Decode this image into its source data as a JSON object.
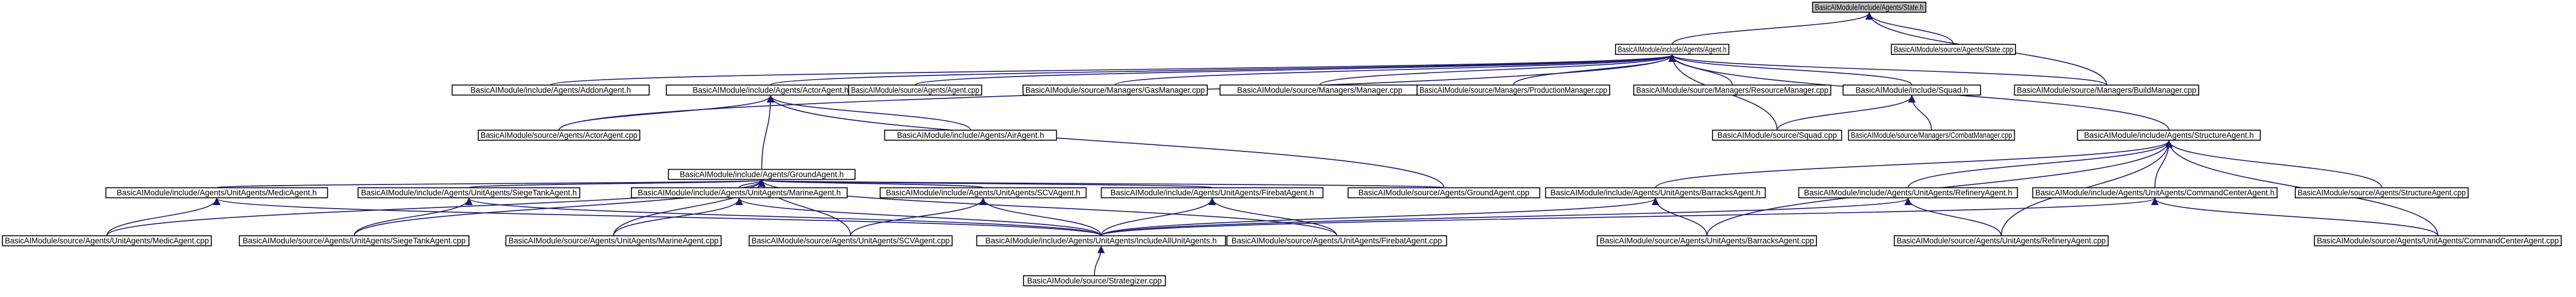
{
  "graph": {
    "nodes": [
      {
        "id": "state_h",
        "label": "BasicAIModule/include/Agents/State.h",
        "root": true
      },
      {
        "id": "agent_h",
        "label": "BasicAIModule/include/Agents/Agent.h"
      },
      {
        "id": "state_cpp",
        "label": "BasicAIModule/source/Agents/State.cpp"
      },
      {
        "id": "addon_h",
        "label": "BasicAIModule/include/Agents/AddonAgent.h"
      },
      {
        "id": "actor_h",
        "label": "BasicAIModule/include/Agents/ActorAgent.h"
      },
      {
        "id": "agent_cpp",
        "label": "BasicAIModule/source/Agents/Agent.cpp"
      },
      {
        "id": "gasmgr_cpp",
        "label": "BasicAIModule/source/Managers/GasManager.cpp"
      },
      {
        "id": "mgr_cpp",
        "label": "BasicAIModule/source/Managers/Manager.cpp"
      },
      {
        "id": "prodmgr_cpp",
        "label": "BasicAIModule/source/Managers/ProductionManager.cpp"
      },
      {
        "id": "resmgr_cpp",
        "label": "BasicAIModule/source/Managers/ResourceManager.cpp"
      },
      {
        "id": "squad_h",
        "label": "BasicAIModule/include/Squad.h"
      },
      {
        "id": "buildmgr_cpp",
        "label": "BasicAIModule/source/Managers/BuildManager.cpp"
      },
      {
        "id": "actor_cpp",
        "label": "BasicAIModule/source/Agents/ActorAgent.cpp"
      },
      {
        "id": "air_h",
        "label": "BasicAIModule/include/Agents/AirAgent.h"
      },
      {
        "id": "squad_cpp",
        "label": "BasicAIModule/source/Squad.cpp"
      },
      {
        "id": "combat_cpp",
        "label": "BasicAIModule/source/Managers/CombatManager.cpp"
      },
      {
        "id": "structure_h",
        "label": "BasicAIModule/include/Agents/StructureAgent.h"
      },
      {
        "id": "ground_h",
        "label": "BasicAIModule/include/Agents/GroundAgent.h"
      },
      {
        "id": "medic_h",
        "label": "BasicAIModule/include/Agents/UnitAgents/MedicAgent.h"
      },
      {
        "id": "siege_h",
        "label": "BasicAIModule/include/Agents/UnitAgents/SiegeTankAgent.h"
      },
      {
        "id": "marine_h",
        "label": "BasicAIModule/include/Agents/UnitAgents/MarineAgent.h"
      },
      {
        "id": "scv_h",
        "label": "BasicAIModule/include/Agents/UnitAgents/SCVAgent.h"
      },
      {
        "id": "firebat_h",
        "label": "BasicAIModule/include/Agents/UnitAgents/FirebatAgent.h"
      },
      {
        "id": "ground_cpp",
        "label": "BasicAIModule/source/Agents/GroundAgent.cpp"
      },
      {
        "id": "barracks_h",
        "label": "BasicAIModule/include/Agents/UnitAgents/BarracksAgent.h"
      },
      {
        "id": "refinery_h",
        "label": "BasicAIModule/include/Agents/UnitAgents/RefineryAgent.h"
      },
      {
        "id": "cc_h",
        "label": "BasicAIModule/include/Agents/UnitAgents/CommandCenterAgent.h"
      },
      {
        "id": "structure_cpp",
        "label": "BasicAIModule/source/Agents/StructureAgent.cpp"
      },
      {
        "id": "medic_cpp",
        "label": "BasicAIModule/source/Agents/UnitAgents/MedicAgent.cpp"
      },
      {
        "id": "siege_cpp",
        "label": "BasicAIModule/source/Agents/UnitAgents/SiegeTankAgent.cpp"
      },
      {
        "id": "marine_cpp",
        "label": "BasicAIModule/source/Agents/UnitAgents/MarineAgent.cpp"
      },
      {
        "id": "scv_cpp",
        "label": "BasicAIModule/source/Agents/UnitAgents/SCVAgent.cpp"
      },
      {
        "id": "includeall_h",
        "label": "BasicAIModule/include/Agents/UnitAgents/IncludeAllUnitAgents.h"
      },
      {
        "id": "firebat_cpp",
        "label": "BasicAIModule/source/Agents/UnitAgents/FirebatAgent.cpp"
      },
      {
        "id": "barracks_cpp",
        "label": "BasicAIModule/source/Agents/UnitAgents/BarracksAgent.cpp"
      },
      {
        "id": "refinery_cpp",
        "label": "BasicAIModule/source/Agents/UnitAgents/RefineryAgent.cpp"
      },
      {
        "id": "cc_cpp",
        "label": "BasicAIModule/source/Agents/UnitAgents/CommandCenterAgent.cpp"
      },
      {
        "id": "strategizer_cpp",
        "label": "BasicAIModule/source/Strategizer.cpp"
      }
    ],
    "edges": [
      [
        "state_h",
        "agent_h"
      ],
      [
        "state_h",
        "state_cpp"
      ],
      [
        "state_h",
        "buildmgr_cpp"
      ],
      [
        "agent_h",
        "addon_h"
      ],
      [
        "agent_h",
        "actor_h"
      ],
      [
        "agent_h",
        "agent_cpp"
      ],
      [
        "agent_h",
        "gasmgr_cpp"
      ],
      [
        "agent_h",
        "mgr_cpp"
      ],
      [
        "agent_h",
        "prodmgr_cpp"
      ],
      [
        "agent_h",
        "resmgr_cpp"
      ],
      [
        "agent_h",
        "squad_h"
      ],
      [
        "agent_h",
        "buildmgr_cpp"
      ],
      [
        "agent_h",
        "structure_h"
      ],
      [
        "agent_h",
        "actor_cpp"
      ],
      [
        "agent_h",
        "squad_cpp"
      ],
      [
        "actor_h",
        "actor_cpp"
      ],
      [
        "actor_h",
        "air_h"
      ],
      [
        "actor_h",
        "ground_h"
      ],
      [
        "actor_h",
        "ground_cpp"
      ],
      [
        "squad_h",
        "squad_cpp"
      ],
      [
        "squad_h",
        "combat_cpp"
      ],
      [
        "ground_h",
        "medic_h"
      ],
      [
        "ground_h",
        "siege_h"
      ],
      [
        "ground_h",
        "marine_h"
      ],
      [
        "ground_h",
        "scv_h"
      ],
      [
        "ground_h",
        "firebat_h"
      ],
      [
        "ground_h",
        "ground_cpp"
      ],
      [
        "ground_h",
        "medic_cpp"
      ],
      [
        "ground_h",
        "siege_cpp"
      ],
      [
        "ground_h",
        "marine_cpp"
      ],
      [
        "ground_h",
        "scv_cpp"
      ],
      [
        "ground_h",
        "firebat_cpp"
      ],
      [
        "medic_h",
        "medic_cpp"
      ],
      [
        "medic_h",
        "includeall_h"
      ],
      [
        "siege_h",
        "siege_cpp"
      ],
      [
        "siege_h",
        "includeall_h"
      ],
      [
        "marine_h",
        "marine_cpp"
      ],
      [
        "marine_h",
        "includeall_h"
      ],
      [
        "scv_h",
        "scv_cpp"
      ],
      [
        "scv_h",
        "includeall_h"
      ],
      [
        "firebat_h",
        "firebat_cpp"
      ],
      [
        "firebat_h",
        "includeall_h"
      ],
      [
        "structure_h",
        "barracks_h"
      ],
      [
        "structure_h",
        "refinery_h"
      ],
      [
        "structure_h",
        "cc_h"
      ],
      [
        "structure_h",
        "structure_cpp"
      ],
      [
        "structure_h",
        "barracks_cpp"
      ],
      [
        "structure_h",
        "refinery_cpp"
      ],
      [
        "structure_h",
        "cc_cpp"
      ],
      [
        "barracks_h",
        "barracks_cpp"
      ],
      [
        "barracks_h",
        "includeall_h"
      ],
      [
        "refinery_h",
        "refinery_cpp"
      ],
      [
        "refinery_h",
        "includeall_h"
      ],
      [
        "cc_h",
        "cc_cpp"
      ],
      [
        "cc_h",
        "includeall_h"
      ],
      [
        "includeall_h",
        "strategizer_cpp"
      ]
    ]
  }
}
